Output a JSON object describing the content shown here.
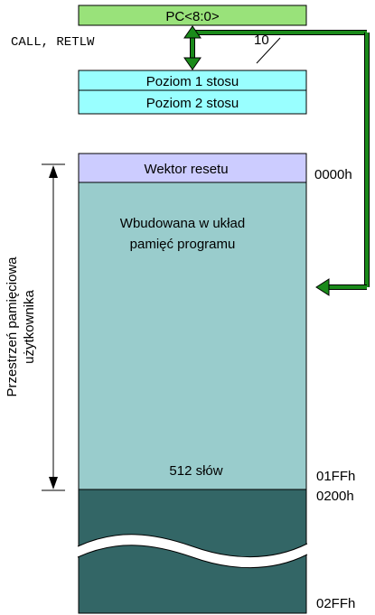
{
  "pc_register": {
    "label": "PC<8:0>"
  },
  "call_label": "CALL, RETLW",
  "bus_width": "10",
  "stack": {
    "level1": "Poziom 1 stosu",
    "level2": "Poziom 2 stosu"
  },
  "memory": {
    "reset_vector": "Wektor resetu",
    "program_memory_line1": "Wbudowana w układ",
    "program_memory_line2": "pamięć programu",
    "word_count": "512 słów"
  },
  "addresses": {
    "start": "0000h",
    "end_user": "01FFh",
    "start_upper": "0200h",
    "end": "02FFh"
  },
  "side_label_line1": "Przestrzeń pamięciowa",
  "side_label_line2": "użytkownika",
  "colors": {
    "pc_fill": "#99e27a",
    "stack_fill": "#99ffff",
    "reset_fill": "#ccccff",
    "program_fill": "#99cccc",
    "upper_fill": "#336666",
    "arrow_green": "#1a8a1a"
  }
}
